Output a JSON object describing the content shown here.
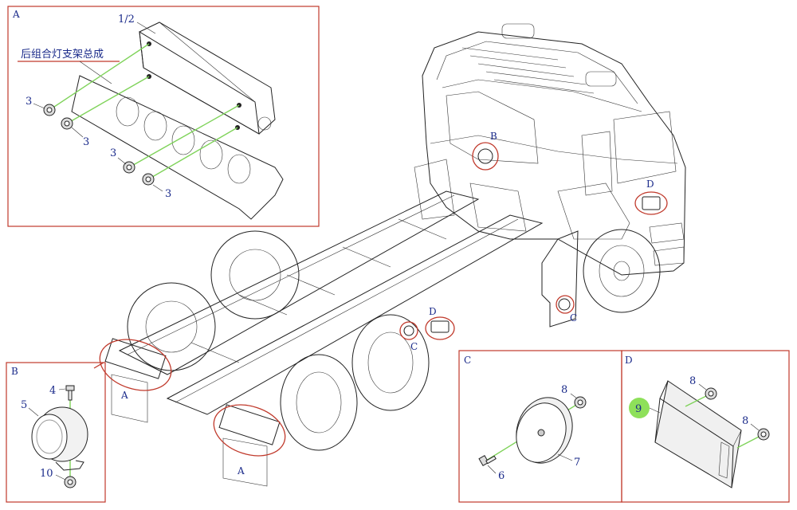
{
  "panels": {
    "A": {
      "letter": "A",
      "title_cn": "后组合灯支架总成",
      "lamp_label": "1/2",
      "nut_label": "3"
    },
    "B": {
      "letter": "B",
      "bolt_label": "4",
      "lamp_label": "5",
      "nut_label": "10"
    },
    "C": {
      "letter": "C",
      "bolt_label": "6",
      "horn_label": "7",
      "nut_label": "8"
    },
    "D": {
      "letter": "D",
      "lamp_label": "9",
      "nut_label": "8"
    }
  },
  "callouts": {
    "A": "A",
    "B": "B",
    "C": "C",
    "D": "D"
  },
  "colors": {
    "frame": "#c0392b",
    "text": "#1a2a8a",
    "leader": "#7fd35a",
    "highlight": "#8ee05a"
  }
}
